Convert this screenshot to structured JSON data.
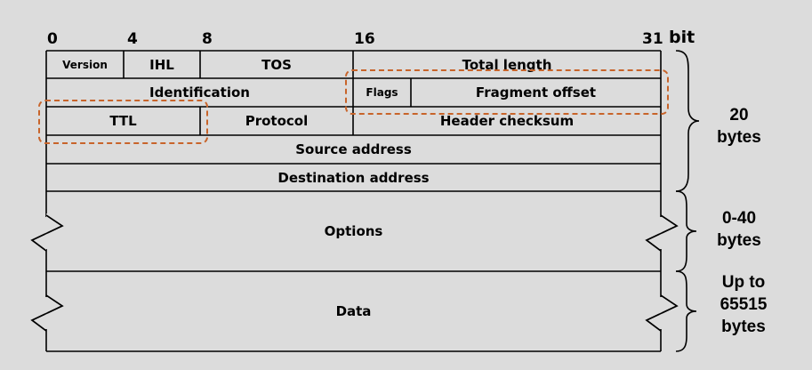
{
  "bit_axis": {
    "ticks": [
      "0",
      "4",
      "8",
      "16",
      "31"
    ],
    "unit": "bit"
  },
  "header_rows": {
    "row1": {
      "version": "Version",
      "ihl": "IHL",
      "tos": "TOS",
      "total_length": "Total length"
    },
    "row2": {
      "identification": "Identification",
      "flags": "Flags",
      "fragment_offset": "Fragment offset"
    },
    "row3": {
      "ttl": "TTL",
      "protocol": "Protocol",
      "header_checksum": "Header checksum"
    },
    "row4": {
      "source_address": "Source address"
    },
    "row5": {
      "destination_address": "Destination address"
    }
  },
  "options_label": "Options",
  "data_label": "Data",
  "size_labels": {
    "header": {
      "line1": "20",
      "line2": "bytes"
    },
    "options": {
      "line1": "0-40",
      "line2": "bytes"
    },
    "data": {
      "line1": "Up to",
      "line2": "65515",
      "line3": "bytes"
    }
  },
  "colors": {
    "background": "#dcdcdc",
    "lines": "#000000",
    "highlight": "#c8642a"
  }
}
